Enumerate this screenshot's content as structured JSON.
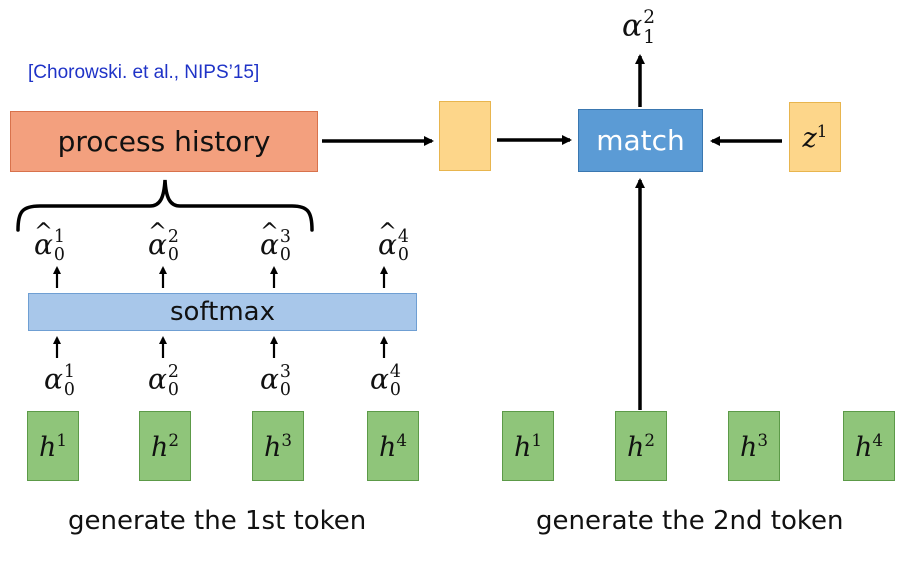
{
  "citation": "[Chorowski. et al., NIPS’15]",
  "process_history": {
    "label": "process history",
    "fill": "#f3a07e",
    "border": "#d8724c"
  },
  "match": {
    "label": "match",
    "fill": "#5b9bd5",
    "border": "#3a77b0"
  },
  "softmax": {
    "label": "softmax",
    "fill": "#a8c7ea",
    "border": "#6f9fd3"
  },
  "yellow_fill": "#fdd68a",
  "green_fill": "#8fc57a",
  "z_box": {
    "var": "z",
    "sup": "1"
  },
  "output_alpha": {
    "var": "α",
    "sup": "2",
    "sub": "1"
  },
  "alpha_hat": [
    {
      "var": "α",
      "sup": "1",
      "sub": "0"
    },
    {
      "var": "α",
      "sup": "2",
      "sub": "0"
    },
    {
      "var": "α",
      "sup": "3",
      "sub": "0"
    },
    {
      "var": "α",
      "sup": "4",
      "sub": "0"
    }
  ],
  "alpha": [
    {
      "var": "α",
      "sup": "1",
      "sub": "0"
    },
    {
      "var": "α",
      "sup": "2",
      "sub": "0"
    },
    {
      "var": "α",
      "sup": "3",
      "sub": "0"
    },
    {
      "var": "α",
      "sup": "4",
      "sub": "0"
    }
  ],
  "left_h": [
    {
      "var": "h",
      "sup": "1"
    },
    {
      "var": "h",
      "sup": "2"
    },
    {
      "var": "h",
      "sup": "3"
    },
    {
      "var": "h",
      "sup": "4"
    }
  ],
  "right_h": [
    {
      "var": "h",
      "sup": "1"
    },
    {
      "var": "h",
      "sup": "2"
    },
    {
      "var": "h",
      "sup": "3"
    },
    {
      "var": "h",
      "sup": "4"
    }
  ],
  "captions": {
    "first": "generate the 1st token",
    "second": "generate the 2nd token"
  }
}
